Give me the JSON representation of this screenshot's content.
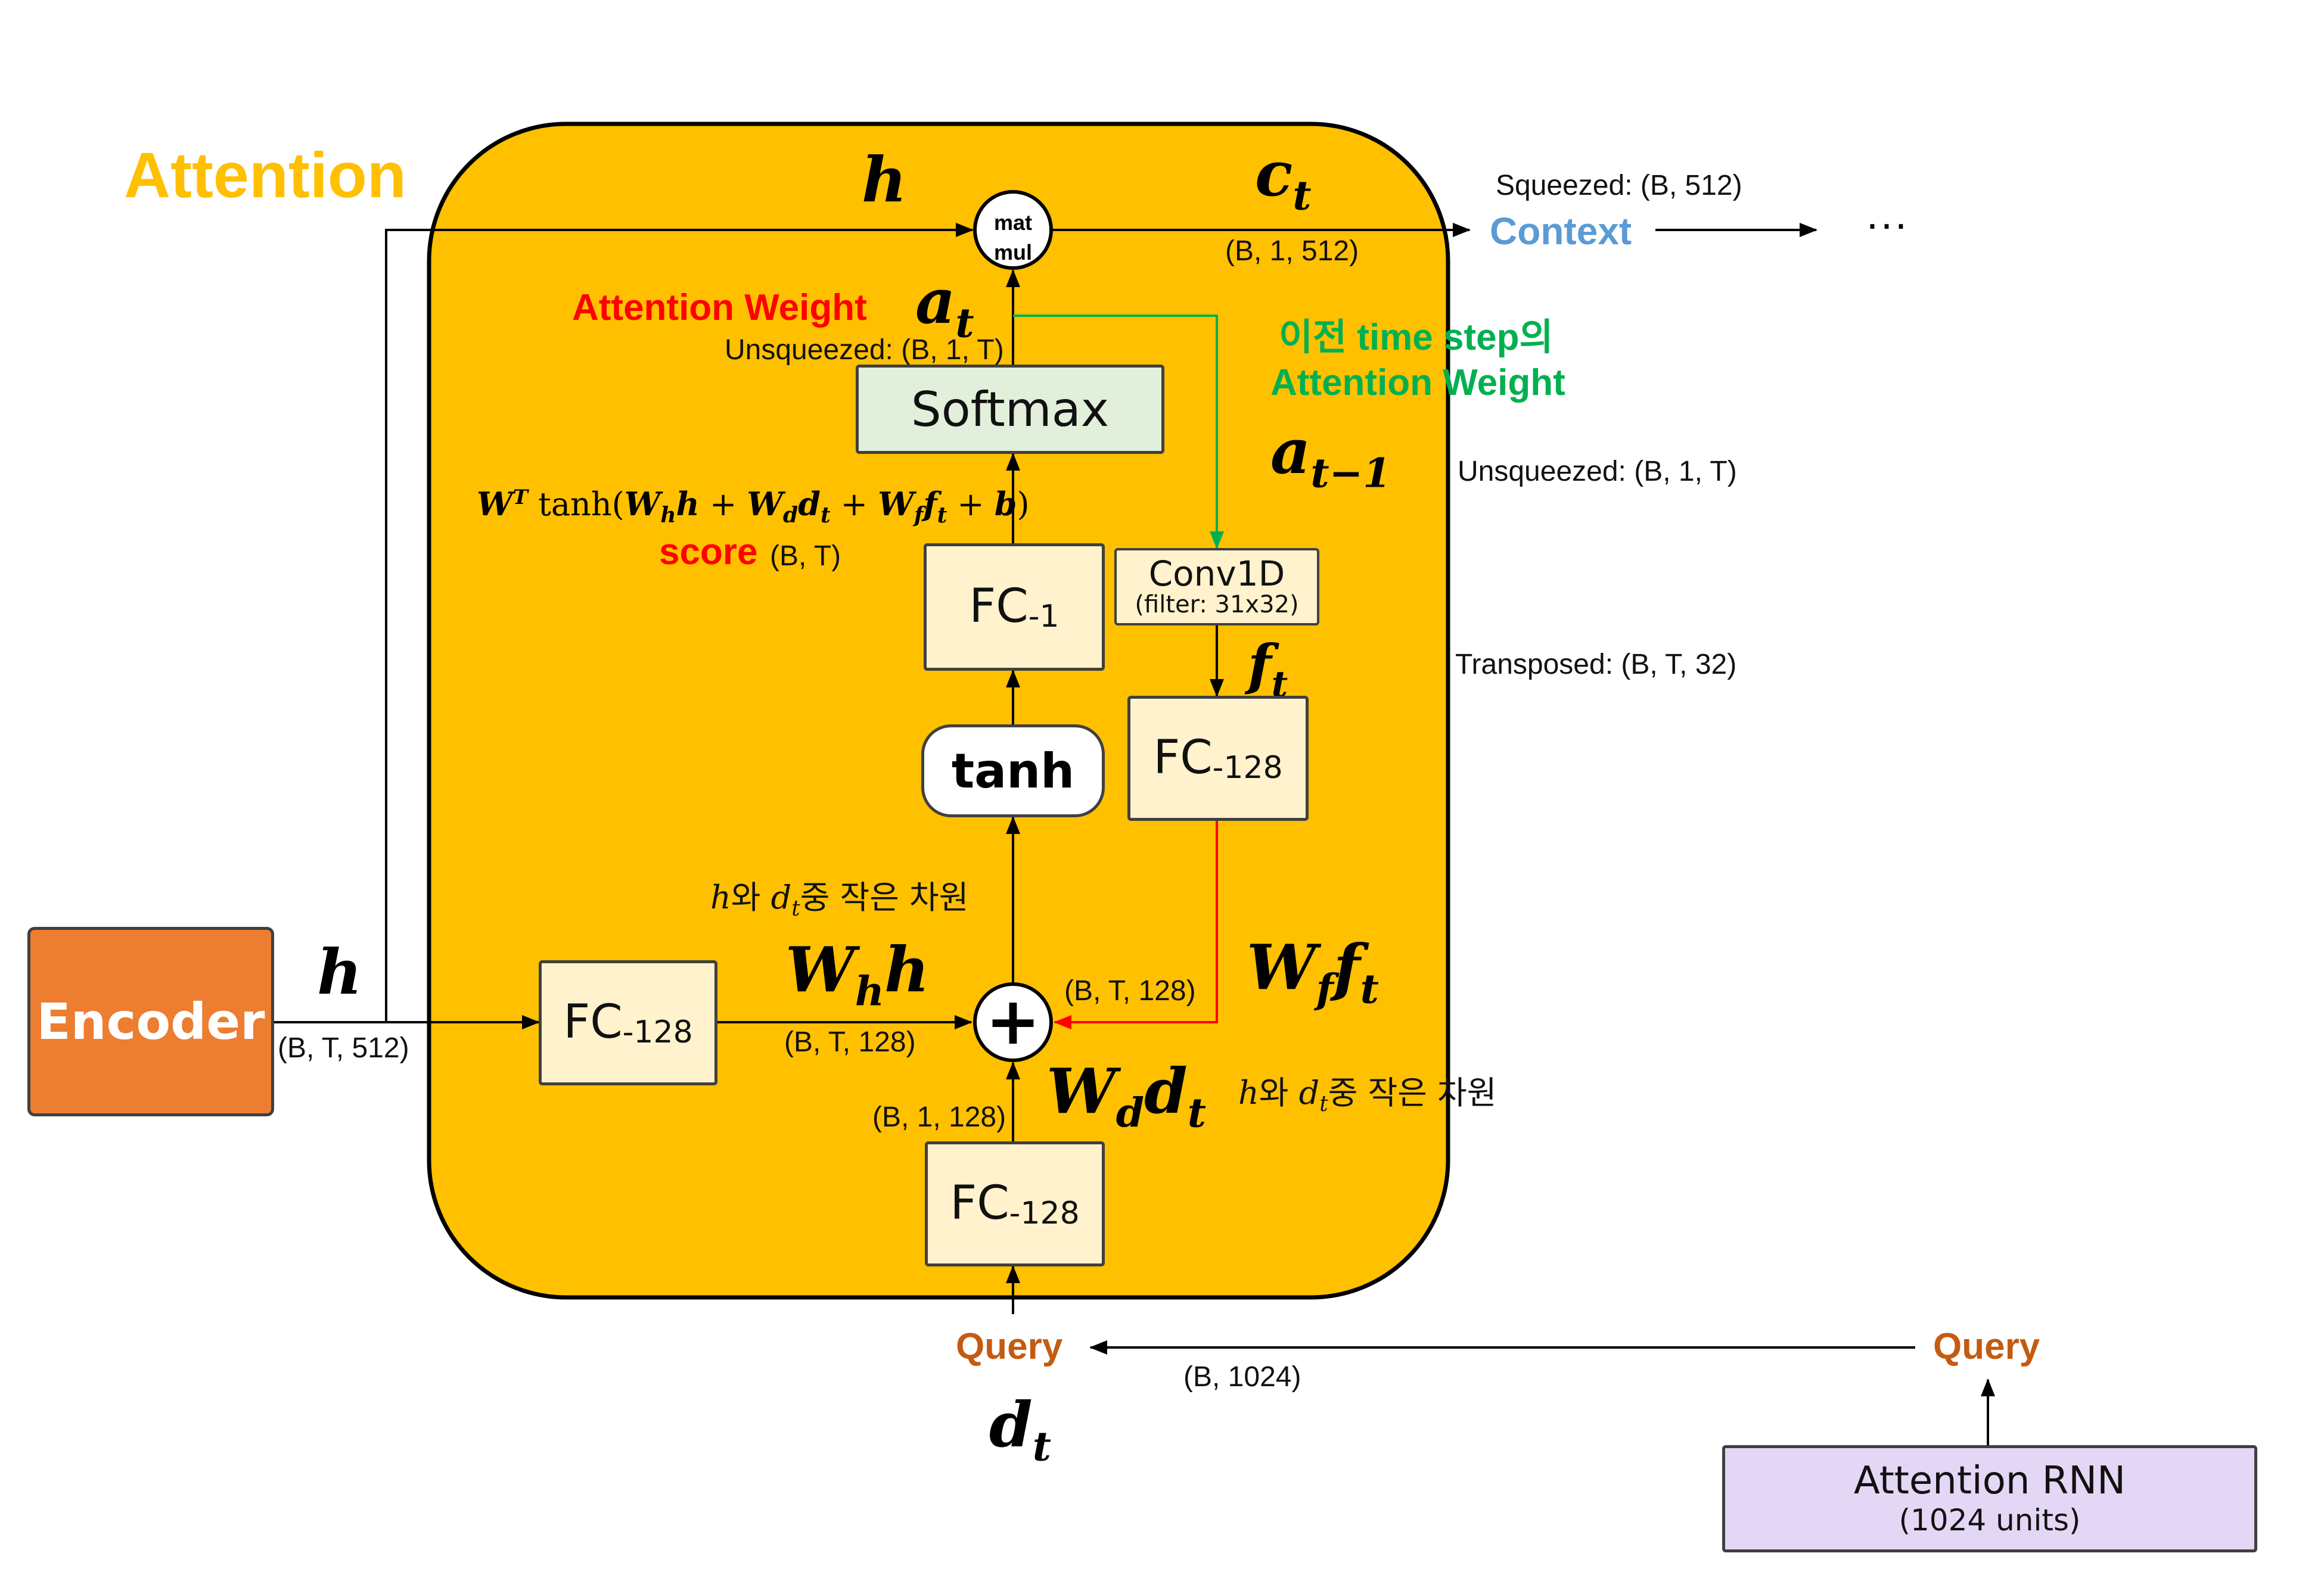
{
  "diagram": {
    "title": "Attention",
    "encoder_label": "Encoder",
    "h_encoder": "h",
    "h_top": "h",
    "dim_encoder_out": "(B, T, 512)",
    "fc128_h": {
      "label": "FC",
      "sub": "-128"
    },
    "whh": {
      "base": "W",
      "sub": "h",
      "tail": "h"
    },
    "dim_whh": "(B, T, 128)",
    "plus_symbol": "+",
    "matmul": {
      "line1": "mat",
      "line2": "mul"
    },
    "ct": {
      "base": "c",
      "sub": "t"
    },
    "dim_ct": "(B, 1, 512)",
    "squeezed": "Squeezed: (B, 512)",
    "context_label": "Context",
    "ellipsis": "···",
    "attention_weight_label": "Attention Weight",
    "at": {
      "base": "a",
      "sub": "t"
    },
    "unsqueezed_at": "Unsqueezed: (B, 1, T)",
    "softmax_label": "Softmax",
    "score_formula": {
      "w": "W",
      "sup": "T",
      "fn": "tanh(",
      "w1": "W",
      "s1": "h",
      "v1": "h",
      "op1": " + ",
      "w2": "W",
      "s2": "d",
      "v2": "d",
      "s2b": "t",
      "op2": " + ",
      "w3": "W",
      "s3": "f",
      "v3": "f",
      "s3b": "t",
      "op3": " + ",
      "b": "b",
      "close": ")"
    },
    "score_label": "score",
    "dim_score": "(B, T)",
    "fc1": {
      "label": "FC",
      "sub": "-1"
    },
    "tanh_label": "tanh",
    "small_dim_note_mid": {
      "pre": "h",
      "mid1": "와 ",
      "var": "d",
      "sub": "t",
      "post": "중 작은 차원"
    },
    "small_dim_note_right": {
      "pre": "h",
      "mid1": "와 ",
      "var": "d",
      "sub": "t",
      "post": "중 작은 차원"
    },
    "prev_weight_line1": "이전 time step의",
    "prev_weight_line2": "Attention Weight",
    "at_prev": {
      "base": "a",
      "sub": "t−1"
    },
    "unsqueezed_prev": "Unsqueezed: (B, 1, T)",
    "conv1d": {
      "label": "Conv1D",
      "sub": "(filter: 31x32)"
    },
    "ft": {
      "base": "f",
      "sub": "t"
    },
    "transposed": "Transposed: (B, T, 32)",
    "fc128_f": {
      "label": "FC",
      "sub": "-128"
    },
    "wfft": {
      "base": "W",
      "sub": "f",
      "tail": "f",
      "tail_sub": "t"
    },
    "dim_wfft": "(B, T, 128)",
    "wddt": {
      "base": "W",
      "sub": "d",
      "tail": "d",
      "tail_sub": "t"
    },
    "dim_wddt": "(B, 1, 128)",
    "fc128_d": {
      "label": "FC",
      "sub": "-128"
    },
    "query_left": "Query",
    "dt": {
      "base": "d",
      "sub": "t"
    },
    "dim_query": "(B, 1024)",
    "query_right": "Query",
    "attention_rnn": {
      "line1": "Attention RNN",
      "line2": "(1024 units)"
    },
    "colors": {
      "panel": "#ffc000",
      "encoder": "#ed7d31",
      "fc_fill": "#fff2cc",
      "softmax_fill": "#e2efda",
      "rnn_fill": "#e4d7f5",
      "title": "#ffc000",
      "context": "#5b9bd5",
      "red": "#ff0000",
      "green": "#00b050",
      "query": "#c55a11"
    }
  }
}
